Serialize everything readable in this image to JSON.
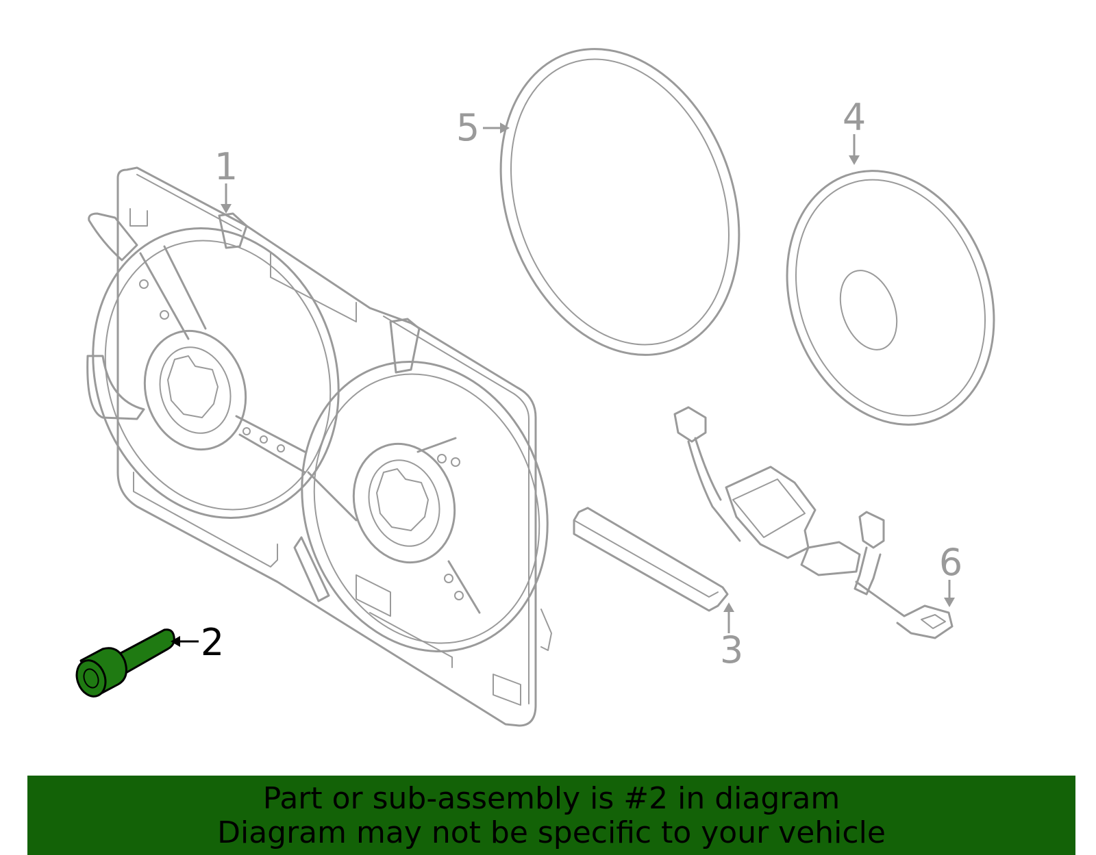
{
  "callouts": [
    {
      "id": "1",
      "label": "1",
      "highlighted": false
    },
    {
      "id": "2",
      "label": "2",
      "highlighted": true
    },
    {
      "id": "3",
      "label": "3",
      "highlighted": false
    },
    {
      "id": "4",
      "label": "4",
      "highlighted": false
    },
    {
      "id": "5",
      "label": "5",
      "highlighted": false
    },
    {
      "id": "6",
      "label": "6",
      "highlighted": false
    }
  ],
  "banner": {
    "line1": "Part or sub-assembly is #2 in diagram",
    "line2": "Diagram may not be specific to your vehicle"
  },
  "colors": {
    "line_art": "#9a9a9a",
    "highlight_part": "#1f7a12",
    "highlight_label": "#000000",
    "banner_bg": "#136207",
    "banner_text": "#000000"
  }
}
